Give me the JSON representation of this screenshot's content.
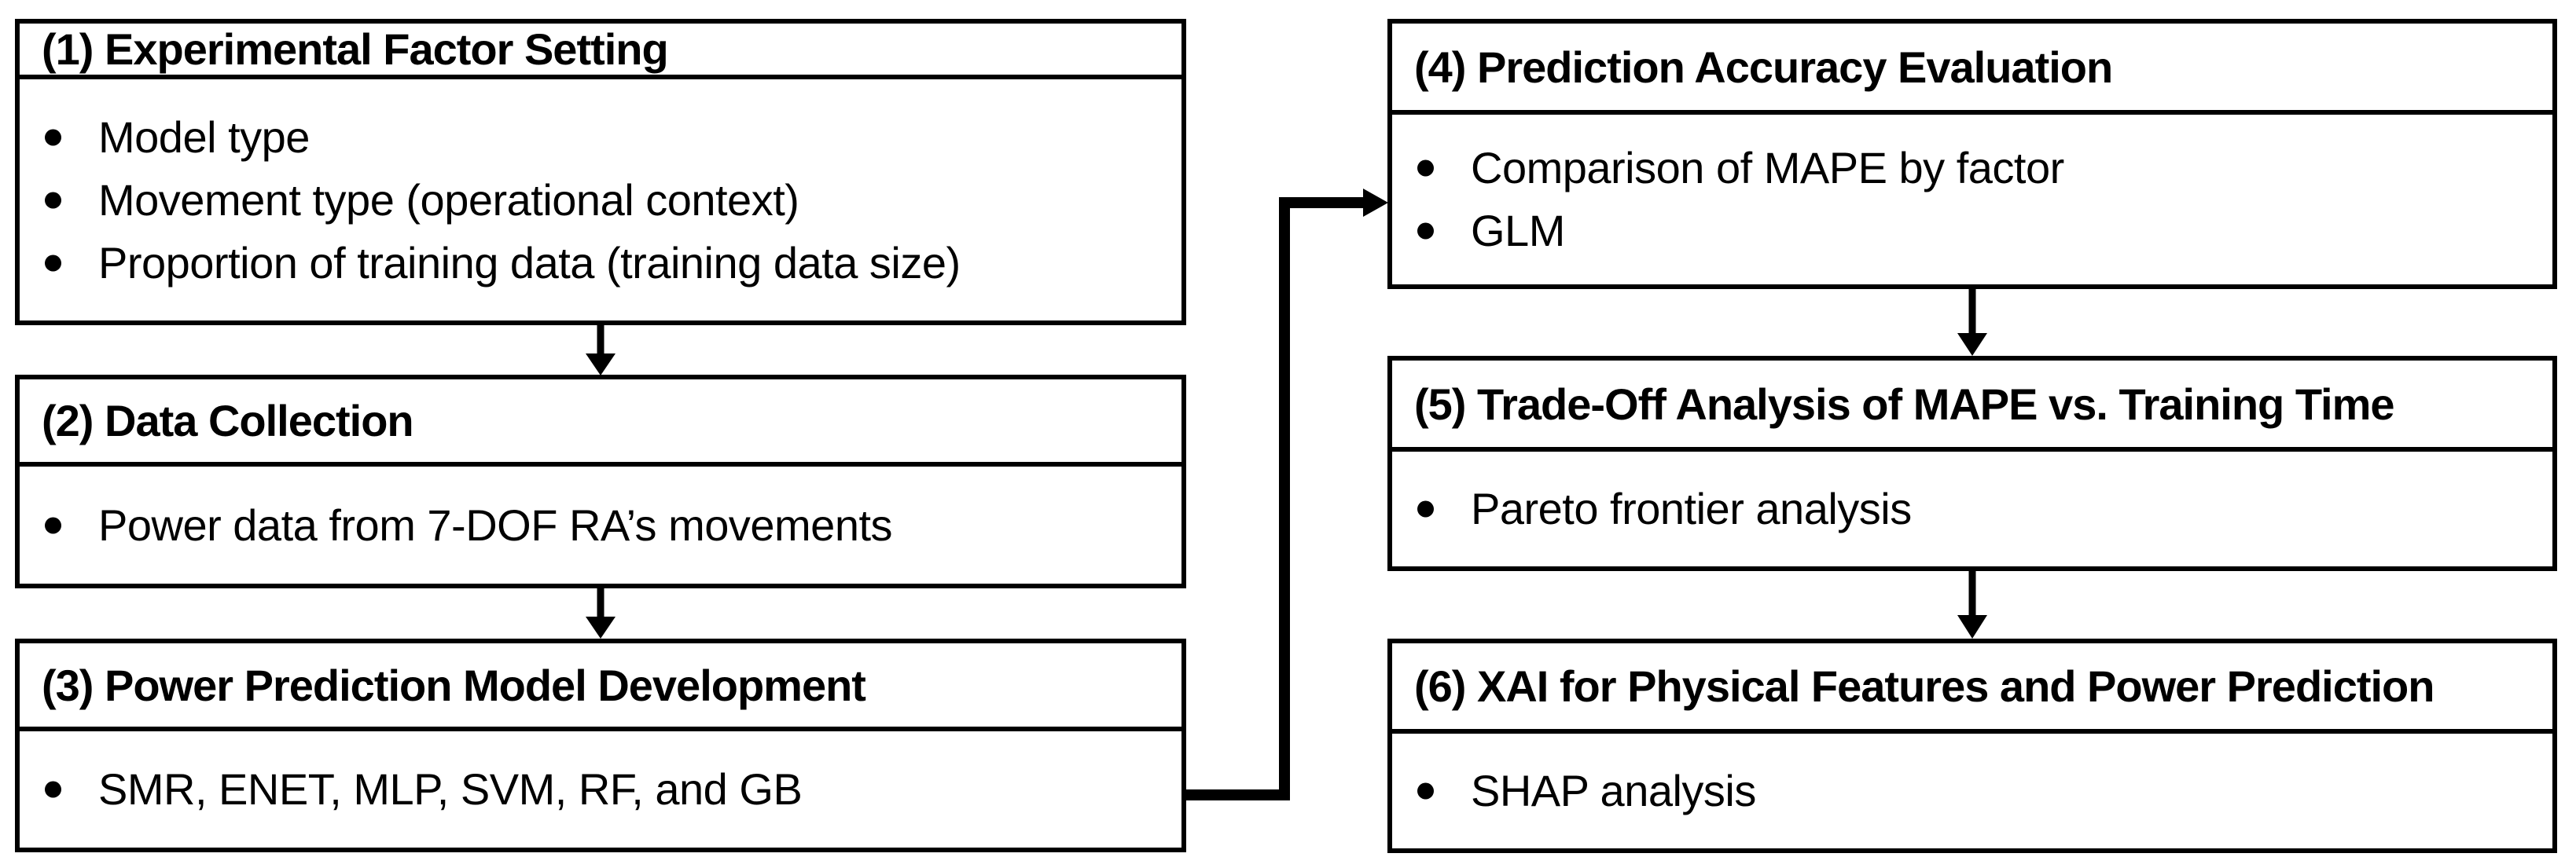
{
  "diagram": {
    "type": "flowchart",
    "background_color": "#ffffff",
    "line_color": "#000000",
    "text_color": "#000000",
    "icons": {
      "bullet": "•",
      "arrow_down": "↓",
      "arrow_right": "→"
    },
    "boxes": [
      {
        "id": "1",
        "title": "(1) Experimental Factor Setting",
        "items": [
          "Model type",
          "Movement type (operational context)",
          "Proportion of training data (training data size)"
        ]
      },
      {
        "id": "2",
        "title": "(2) Data Collection",
        "items": [
          "Power data from 7-DOF RA’s movements"
        ]
      },
      {
        "id": "3",
        "title": "(3) Power Prediction Model Development",
        "items": [
          "SMR, ENET, MLP, SVM, RF, and GB"
        ]
      },
      {
        "id": "4",
        "title": "(4) Prediction Accuracy Evaluation",
        "items": [
          "Comparison of MAPE by factor",
          "GLM"
        ]
      },
      {
        "id": "5",
        "title": "(5) Trade-Off Analysis of MAPE vs. Training Time",
        "items": [
          "Pareto frontier analysis"
        ]
      },
      {
        "id": "6",
        "title": "(6) XAI for Physical Features and Power Prediction",
        "items": [
          "SHAP analysis"
        ]
      }
    ],
    "connections": [
      {
        "from": "1",
        "to": "2",
        "style": "straight-down-arrow"
      },
      {
        "from": "2",
        "to": "3",
        "style": "straight-down-arrow"
      },
      {
        "from": "3",
        "to": "4",
        "style": "elbow-right-up-right-arrow"
      },
      {
        "from": "4",
        "to": "5",
        "style": "straight-down-arrow"
      },
      {
        "from": "5",
        "to": "6",
        "style": "straight-down-arrow"
      }
    ]
  }
}
